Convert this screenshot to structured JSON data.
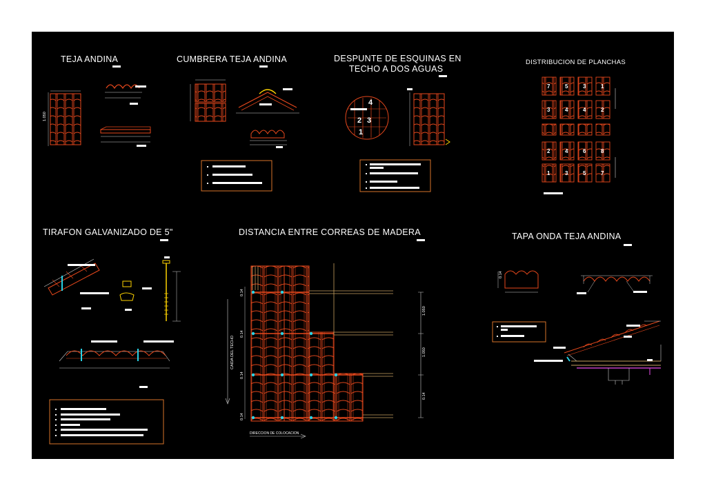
{
  "colors": {
    "background": "#000000",
    "page": "#ffffff",
    "tile": "#e8481c",
    "frame": "#d9742a",
    "dimension": "#cfcfcf",
    "accent_cyan": "#28d3e6",
    "accent_magenta": "#c23fc4",
    "wood": "#c8a060",
    "text": "#ffffff"
  },
  "titles": {
    "teja_andina": "TEJA ANDINA",
    "cumbrera": "CUMBRERA TEJA ANDINA",
    "despunte_line1": "DESPUNTE DE ESQUINAS EN",
    "despunte_line2": "TECHO A DOS AGUAS",
    "distribucion": "DISTRIBUCION DE PLANCHAS",
    "tirafon": "TIRAFON GALVANIZADO DE 5\"",
    "distancia": "DISTANCIA ENTRE CORREAS DE MADERA",
    "tapa_onda": "TAPA ONDA TEJA ANDINA"
  },
  "despunte_numbers": [
    "4",
    "2",
    "3",
    "1"
  ],
  "distribucion_numbers": [
    [
      "7",
      "5",
      "3",
      "1"
    ],
    [
      "3",
      "4",
      "4",
      "2"
    ],
    [
      "2",
      "4",
      "6",
      "8"
    ],
    [
      "1",
      "3",
      "5",
      "7"
    ]
  ],
  "labels": {
    "caida_techo": "CAIDA DEL TECHO",
    "direccion": "DIRECCION DE COLOCACION",
    "dim_1": "1.050",
    "dim_2": "0.14",
    "dim_3": "1.050",
    "dim_4": "1.050",
    "dim_5": "0.14",
    "side_1": "0.14",
    "side_2": "0.14",
    "side_3": "0.14",
    "side_4": "0.14"
  },
  "icons": {
    "tile": "andean-tile-icon",
    "ridge": "ridge-tile-icon",
    "screw": "lag-screw-icon",
    "note": "note-box-icon"
  }
}
